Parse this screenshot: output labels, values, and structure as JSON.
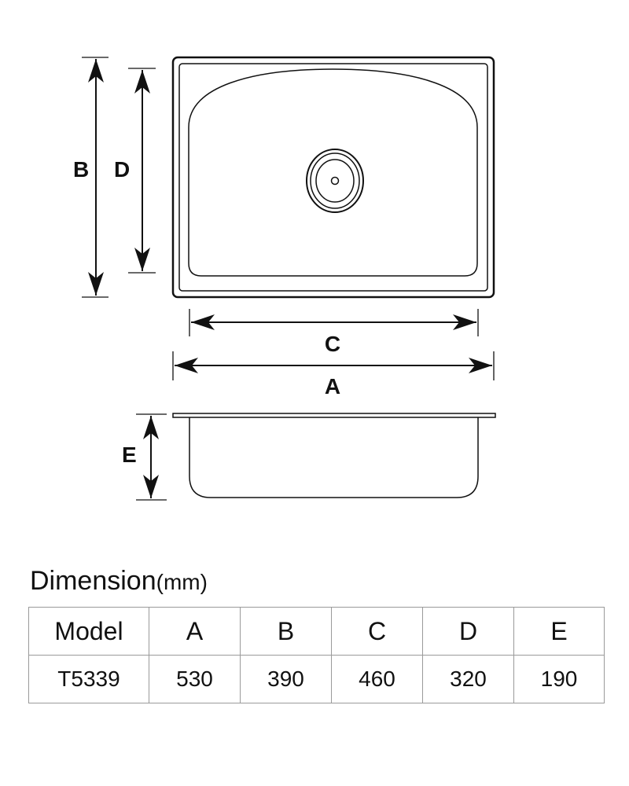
{
  "diagram": {
    "labels": {
      "a": "A",
      "b": "B",
      "c": "C",
      "d": "D",
      "e": "E"
    }
  },
  "dimension_table": {
    "title": "Dimension",
    "unit": "(mm)",
    "headers": [
      "Model",
      "A",
      "B",
      "C",
      "D",
      "E"
    ],
    "rows": [
      [
        "T5339",
        "530",
        "390",
        "460",
        "320",
        "190"
      ]
    ]
  }
}
